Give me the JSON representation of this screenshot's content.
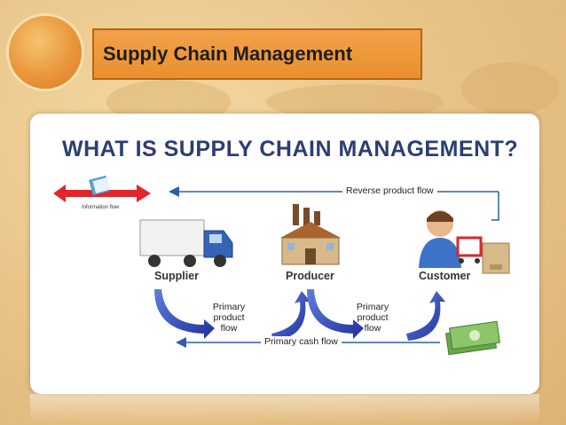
{
  "header": {
    "title": "Supply Chain Management"
  },
  "diagram": {
    "heading": "WHAT IS SUPPLY CHAIN MANAGEMENT?",
    "nodes": {
      "supplier": "Supplier",
      "producer": "Producer",
      "customer": "Customer"
    },
    "info_flow_label": "Information flow",
    "reverse_flow_label": "Reverse product flow",
    "primary_product_flow_1": [
      "Primary",
      "product",
      "flow"
    ],
    "primary_product_flow_2": [
      "Primary",
      "product",
      "flow"
    ],
    "cash_flow_label": "Primary cash flow"
  },
  "colors": {
    "title_bar": "#ea8f2e",
    "heading": "#2c3e72",
    "arrow_blue": "#2f4bb8",
    "info_arrow": "#e0262b"
  }
}
